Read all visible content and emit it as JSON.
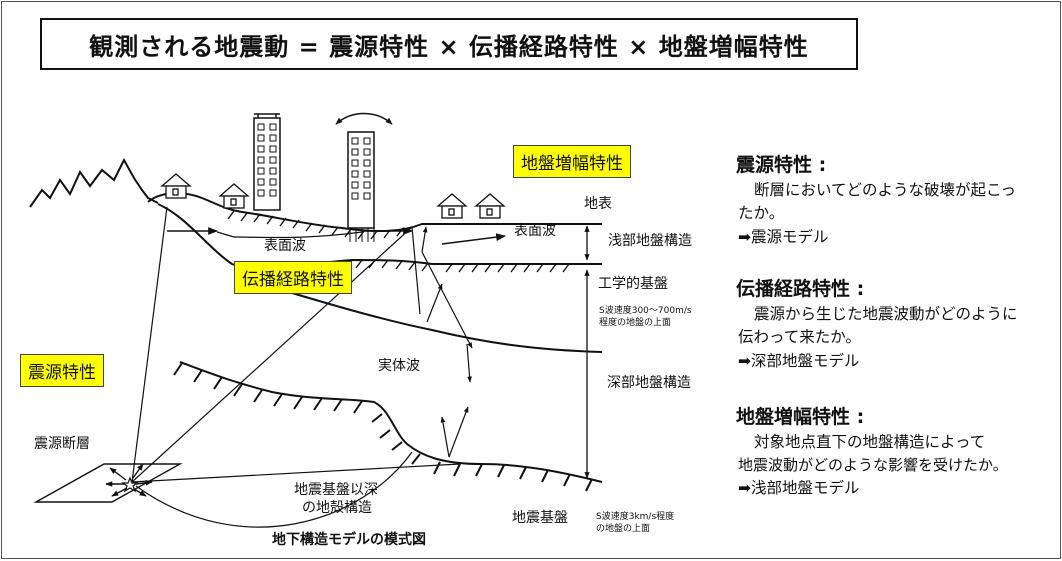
{
  "title": "観測される地震動 = 震源特性 × 伝播経路特性 ×  地盤増幅特性",
  "tags": {
    "ground": "地盤増幅特性",
    "path": "伝播経路特性",
    "source": "震源特性"
  },
  "labels": {
    "surface": "地表",
    "surface_wave_right": "表面波",
    "surface_wave_left": "表面波",
    "shallow_structure": "浅部地盤構造",
    "engineering_base": "工学的基盤",
    "s_wave_line1": "S波速度300～700m/s",
    "s_wave_line2": "程度の地盤の上面",
    "body_wave": "実体波",
    "deep_structure": "深部地盤構造",
    "fault": "震源断層",
    "crust_line1": "地震基盤以深",
    "crust_line2": "の地殻構造",
    "seismic_base": "地震基盤",
    "s3_line1": "S波速度3km/s程度",
    "s3_line2": "の地盤の上面",
    "caption": "地下構造モデルの模式図"
  },
  "sections": [
    {
      "heading": "震源特性 :",
      "lines": [
        "断層においてどのような破壊が起こっ",
        "たか。",
        "➡震源モデル"
      ]
    },
    {
      "heading": "伝播経路特性 :",
      "lines": [
        "震源から生じた地震波動がどのように",
        "伝わって来たか。",
        "➡深部地盤モデル"
      ]
    },
    {
      "heading": "地盤増幅特性 :",
      "lines": [
        "対象地点直下の地盤構造によって",
        "地震波動がどのような影響を受けたか。",
        "➡浅部地盤モデル"
      ]
    }
  ],
  "colors": {
    "tag_fill": "#ffff00",
    "line": "#111111"
  }
}
